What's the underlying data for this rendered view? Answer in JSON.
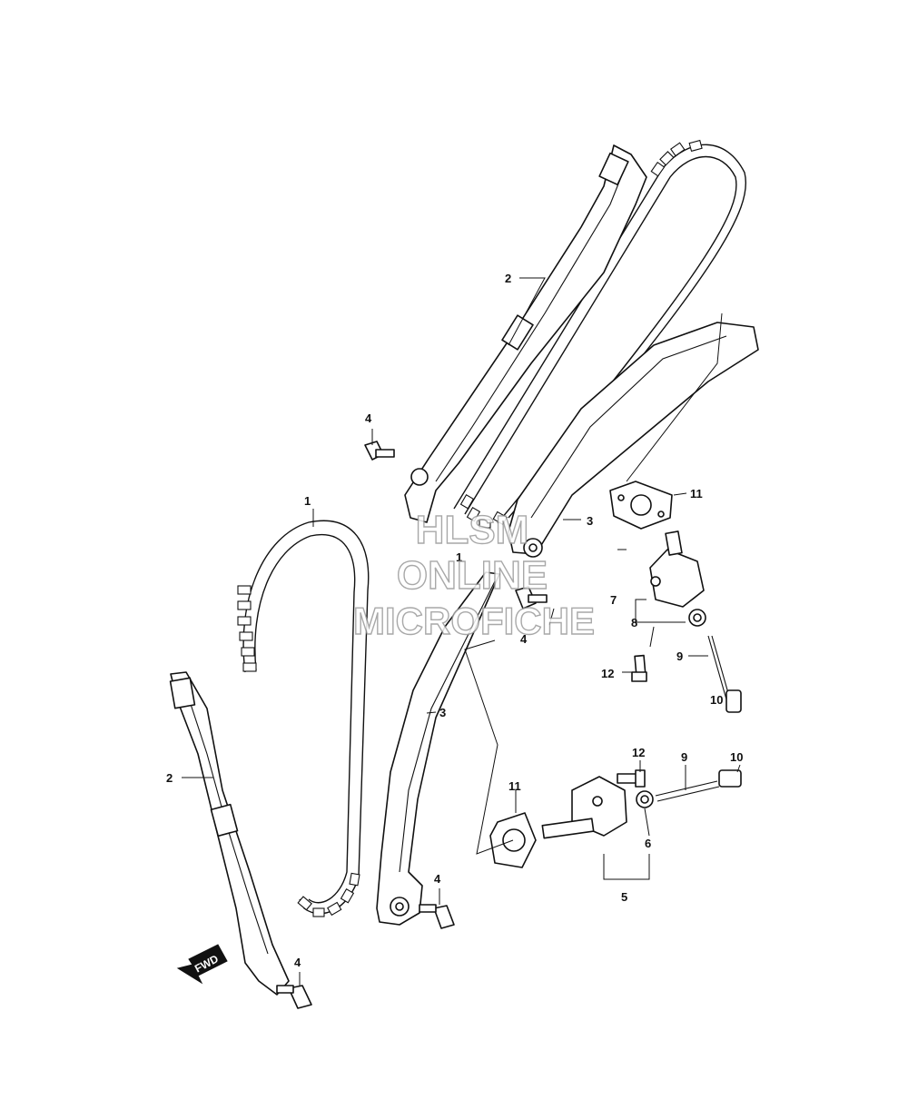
{
  "watermark": {
    "line1": "HLSM",
    "line2": "ONLINE",
    "line3": "MICROFICHE"
  },
  "direction_label": "FWD",
  "callouts": [
    {
      "id": "c1a",
      "text": "1"
    },
    {
      "id": "c1b",
      "text": "1"
    },
    {
      "id": "c2a",
      "text": "2"
    },
    {
      "id": "c2b",
      "text": "2"
    },
    {
      "id": "c3a",
      "text": "3"
    },
    {
      "id": "c3b",
      "text": "3"
    },
    {
      "id": "c4a",
      "text": "4"
    },
    {
      "id": "c4b",
      "text": "4"
    },
    {
      "id": "c4c",
      "text": "4"
    },
    {
      "id": "c4d",
      "text": "4"
    },
    {
      "id": "c5",
      "text": "5"
    },
    {
      "id": "c6",
      "text": "6"
    },
    {
      "id": "c7",
      "text": "7"
    },
    {
      "id": "c8",
      "text": "8"
    },
    {
      "id": "c9a",
      "text": "9"
    },
    {
      "id": "c9b",
      "text": "9"
    },
    {
      "id": "c10a",
      "text": "10"
    },
    {
      "id": "c10b",
      "text": "10"
    },
    {
      "id": "c11a",
      "text": "11"
    },
    {
      "id": "c11b",
      "text": "11"
    },
    {
      "id": "c12a",
      "text": "12"
    },
    {
      "id": "c12b",
      "text": "12"
    }
  ]
}
